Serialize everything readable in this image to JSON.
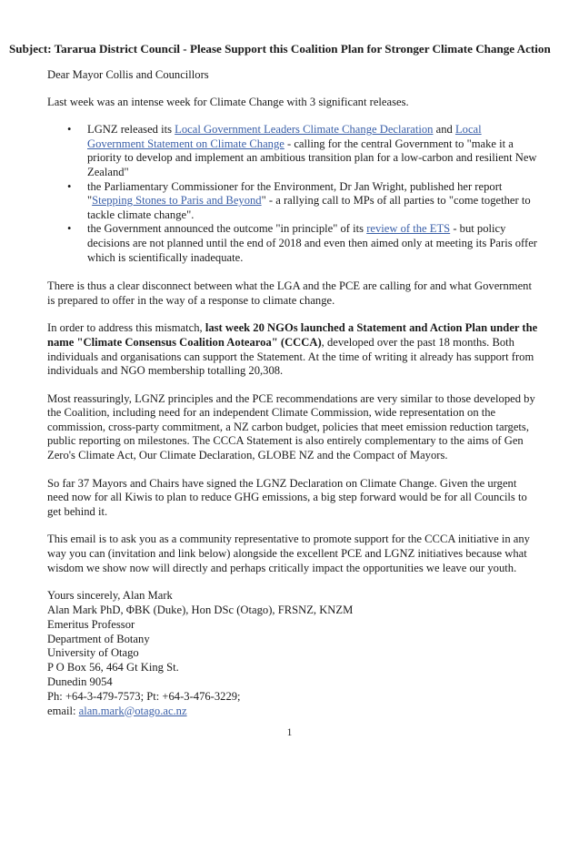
{
  "subject": "Subject: Tararua District Council - Please Support this Coalition Plan for Stronger Climate Change Action",
  "greeting": "Dear Mayor Collis and Councillors",
  "intro": "Last week was an intense week for Climate Change with 3 significant releases.",
  "bullets": {
    "b1": {
      "pre": "LGNZ released its ",
      "link1": "Local Government Leaders Climate Change Declaration",
      "mid": " and ",
      "link2": "Local Government Statement on Climate Change",
      "post": " - calling for the central Government to \"make it a priority to develop and implement an ambitious transition plan for a low-carbon and resilient New Zealand\""
    },
    "b2": {
      "pre": "the Parliamentary Commissioner for the Environment, Dr Jan Wright, published her report \"",
      "link": "Stepping Stones to Paris and Beyond",
      "post": "\" - a rallying call to MPs of all parties to \"come together to tackle climate change\"."
    },
    "b3": {
      "pre": "the Government announced the outcome \"in principle\" of its ",
      "link": "review of the ETS",
      "post": "  - but policy decisions are not planned until the end of 2018 and even then aimed only at meeting its Paris offer which is scientifically inadequate."
    }
  },
  "para_disconnect": "There is thus a clear disconnect between what the LGA and the PCE are calling for and what Government is prepared to offer in the way of a response to climate change.",
  "para_ngo": {
    "pre": "In order to address this mismatch, ",
    "bold": "last week 20 NGOs launched a Statement and Action Plan under the name \"Climate Consensus Coalition Aotearoa\" (CCCA)",
    "post": ", developed over the past 18 months. Both individuals and organisations can support the Statement.  At the time of writing it already has support from individuals and NGO membership totalling 20,308."
  },
  "para_reassuring": "Most reassuringly, LGNZ principles and the PCE recommendations are very similar to those developed by the Coalition, including need for an independent Climate Commission, wide representation on the commission, cross-party commitment, a NZ carbon budget,  policies that meet emission reduction targets, public reporting on milestones.  The CCCA Statement is also entirely complementary to the aims of Gen Zero's Climate Act, Our Climate Declaration, GLOBE NZ and the Compact of Mayors.",
  "para_mayors": "So far 37 Mayors and Chairs have signed the LGNZ Declaration on Climate Change.  Given the urgent need now for all Kiwis to plan to reduce GHG emissions, a big step forward would be for all Councils to get behind it.",
  "para_ask": "This email is to ask you as a community representative to promote support for the CCCA initiative in any way you can (invitation and link below) alongside the excellent PCE and LGNZ initiatives because what wisdom we show now will directly and perhaps critically impact the opportunities we leave our youth.",
  "signature": {
    "line1": "Yours sincerely, Alan Mark",
    "line2": "Alan Mark PhD, ΦBK (Duke), Hon DSc (Otago), FRSNZ, KNZM",
    "line3": "Emeritus Professor",
    "line4": "Department of Botany",
    "line5": "University of Otago",
    "line6": "P O Box 56, 464 Gt King St.",
    "line7": "Dunedin 9054",
    "line8": "Ph: +64-3-479-7573; Pt: +64-3-476-3229;",
    "email_label": "email: ",
    "email": "alan.mark@otago.ac.nz"
  },
  "page_number": "1",
  "colors": {
    "link": "#3a5fa8",
    "text": "#1a1a1a"
  }
}
